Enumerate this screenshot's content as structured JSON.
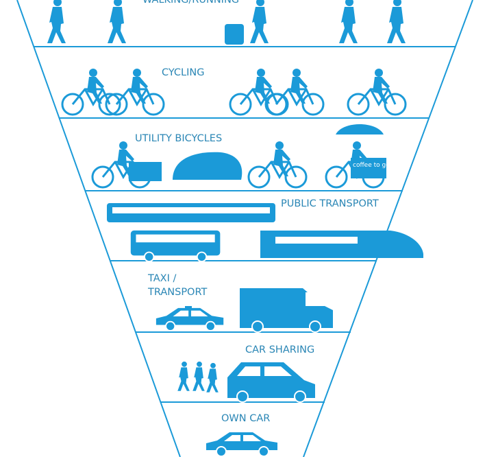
{
  "title": "Transport hierarchy (inverted pyramid)",
  "tiers": [
    {
      "label": "WALKING/RUNNING"
    },
    {
      "label": "CYCLING"
    },
    {
      "label": "UTILITY BICYCLES"
    },
    {
      "label": "PUBLIC TRANSPORT"
    },
    {
      "label_line1": "TAXI /",
      "label_line2": "TRANSPORT"
    },
    {
      "label": "CAR SHARING"
    },
    {
      "label": "OWN CAR"
    }
  ],
  "cart_sign": "coffee to go",
  "colors": {
    "silhouette": "#1b9ad8",
    "label": "#2a86b5",
    "background": "#ffffff"
  }
}
